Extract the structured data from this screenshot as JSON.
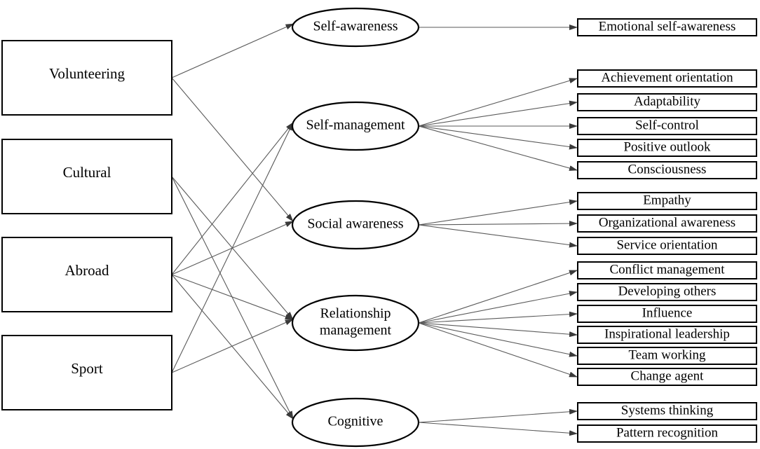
{
  "sources": [
    {
      "id": "volunteering",
      "label": "Volunteering"
    },
    {
      "id": "cultural",
      "label": "Cultural"
    },
    {
      "id": "abroad",
      "label": "Abroad"
    },
    {
      "id": "sport",
      "label": "Sport"
    }
  ],
  "competencies": [
    {
      "id": "self-awareness",
      "lines": [
        "Self-awareness"
      ]
    },
    {
      "id": "self-management",
      "lines": [
        "Self-management"
      ]
    },
    {
      "id": "social-awareness",
      "lines": [
        "Social awareness"
      ]
    },
    {
      "id": "relationship-management",
      "lines": [
        "Relationship",
        "management"
      ]
    },
    {
      "id": "cognitive",
      "lines": [
        "Cognitive"
      ]
    }
  ],
  "outcomes": [
    {
      "id": "emotional-self-awareness",
      "label": "Emotional self-awareness",
      "group": "self-awareness"
    },
    {
      "id": "achievement-orientation",
      "label": "Achievement orientation",
      "group": "self-management"
    },
    {
      "id": "adaptability",
      "label": "Adaptability",
      "group": "self-management"
    },
    {
      "id": "self-control",
      "label": "Self-control",
      "group": "self-management"
    },
    {
      "id": "positive-outlook",
      "label": "Positive outlook",
      "group": "self-management"
    },
    {
      "id": "consciousness",
      "label": "Consciousness",
      "group": "self-management"
    },
    {
      "id": "empathy",
      "label": "Empathy",
      "group": "social-awareness"
    },
    {
      "id": "organizational-awareness",
      "label": "Organizational awareness",
      "group": "social-awareness"
    },
    {
      "id": "service-orientation",
      "label": "Service orientation",
      "group": "social-awareness"
    },
    {
      "id": "conflict-management",
      "label": "Conflict management",
      "group": "relationship-management"
    },
    {
      "id": "developing-others",
      "label": "Developing others",
      "group": "relationship-management"
    },
    {
      "id": "influence",
      "label": "Influence",
      "group": "relationship-management"
    },
    {
      "id": "inspirational-leadership",
      "label": "Inspirational leadership",
      "group": "relationship-management"
    },
    {
      "id": "team-working",
      "label": "Team working",
      "group": "relationship-management"
    },
    {
      "id": "change-agent",
      "label": "Change agent",
      "group": "relationship-management"
    },
    {
      "id": "systems-thinking",
      "label": "Systems thinking",
      "group": "cognitive"
    },
    {
      "id": "pattern-recognition",
      "label": "Pattern recognition",
      "group": "cognitive"
    }
  ],
  "links": [
    {
      "from": "volunteering",
      "to": "self-awareness"
    },
    {
      "from": "volunteering",
      "to": "social-awareness"
    },
    {
      "from": "cultural",
      "to": "relationship-management"
    },
    {
      "from": "cultural",
      "to": "cognitive"
    },
    {
      "from": "abroad",
      "to": "self-management"
    },
    {
      "from": "abroad",
      "to": "social-awareness"
    },
    {
      "from": "abroad",
      "to": "relationship-management"
    },
    {
      "from": "abroad",
      "to": "cognitive"
    },
    {
      "from": "sport",
      "to": "self-management"
    },
    {
      "from": "sport",
      "to": "relationship-management"
    }
  ]
}
